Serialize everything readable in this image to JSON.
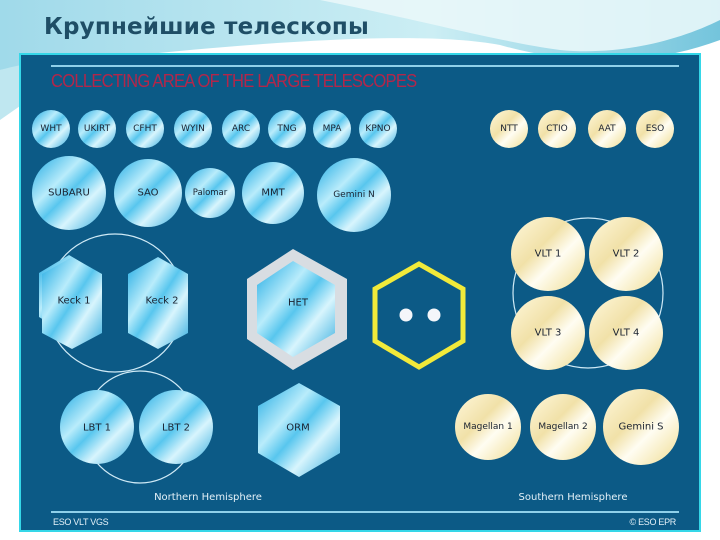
{
  "slide": {
    "title": "Крупнейшие телескопы"
  },
  "figure": {
    "heading": "COLLECTING AREA OF THE LARGE TELESCOPES",
    "colors": {
      "panel_bg": "#0c5a86",
      "panel_border": "#35d7e8",
      "heading_color": "#b3264a",
      "northern_mirror": "#6fd0f2",
      "southern_mirror": "#f3e6b4",
      "het_frame": "#d8dde2",
      "salt_frame": "#f2ea3a"
    },
    "northern": {
      "label": "Northern Hemisphere",
      "row1": [
        "WHT",
        "UKIRT",
        "CFHT",
        "WYIN",
        "ARC",
        "TNG",
        "MPA",
        "KPNO"
      ],
      "row2": [
        "SUBARU",
        "SAO",
        "Palomar",
        "MMT",
        "Gemini N"
      ],
      "keck": [
        "Keck 1",
        "Keck 2"
      ],
      "het": "HET",
      "lbt": [
        "LBT 1",
        "LBT 2"
      ],
      "orm": "ORM"
    },
    "southern": {
      "label": "Southern Hemisphere",
      "row1": [
        "NTT",
        "CTIO",
        "AAT",
        "ESO"
      ],
      "vlt": [
        "VLT 1",
        "VLT 2",
        "VLT 3",
        "VLT 4"
      ],
      "row3": [
        "Magellan 1",
        "Magellan 2",
        "Gemini S"
      ]
    },
    "footer": {
      "left": "ESO VLT VGS",
      "right": "© ESO EPR"
    }
  }
}
